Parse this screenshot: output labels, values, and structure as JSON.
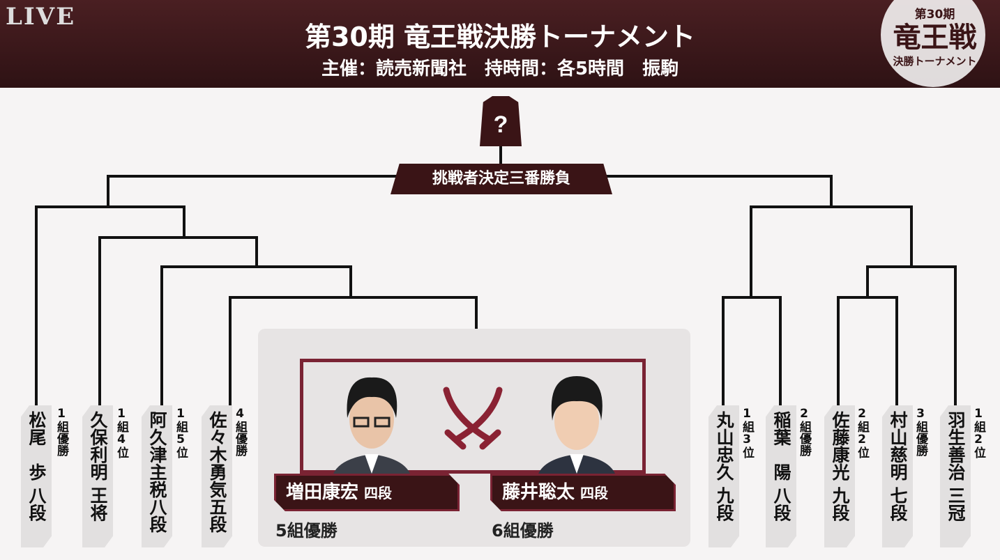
{
  "header": {
    "live": "LIVE",
    "title": "第30期 竜王戦決勝トーナメント",
    "subtitle": "主催：読売新聞社　持時間：各5時間　振駒",
    "logo": {
      "line1": "第30期",
      "line2": "竜王戦",
      "line3": "決勝トーナメント"
    }
  },
  "winner_placeholder": "?",
  "final_label": "挑戦者決定三番勝負",
  "left_players": [
    {
      "name": "松尾　歩 八段",
      "group": "1組優勝"
    },
    {
      "name": "久保利明 王将",
      "group": "1組4位"
    },
    {
      "name": "阿久津主税八段",
      "group": "1組5位"
    },
    {
      "name": "佐々木勇気五段",
      "group": "4組優勝"
    }
  ],
  "right_players": [
    {
      "name": "丸山忠久 九段",
      "group": "1組3位"
    },
    {
      "name": "稲葉　陽 八段",
      "group": "2組優勝"
    },
    {
      "name": "佐藤康光 九段",
      "group": "2組2位"
    },
    {
      "name": "村山慈明 七段",
      "group": "3組優勝"
    },
    {
      "name": "羽生善治 三冠",
      "group": "1組2位"
    }
  ],
  "match": {
    "player1": {
      "name": "増田康宏",
      "rank": "四段",
      "group": "5組優勝"
    },
    "player2": {
      "name": "藤井聡太",
      "rank": "四段",
      "group": "6組優勝"
    }
  },
  "colors": {
    "maroon": "#3a1416",
    "accent": "#7a2333"
  }
}
